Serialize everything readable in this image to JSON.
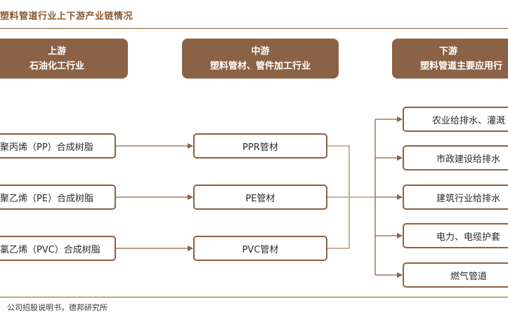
{
  "title": "塑料管道行业上下游产业链情况",
  "upstream": {
    "line1": "上游",
    "line2": "石油化工行业",
    "items": [
      "聚丙烯（PP）合成树脂",
      "聚乙烯（PE）合成树脂",
      "氯乙烯（PVC）合成树脂"
    ]
  },
  "midstream": {
    "line1": "中游",
    "line2": "塑料管材、管件加工行业",
    "items": [
      "PPR管材",
      "PE管材",
      "PVC管材"
    ]
  },
  "downstream": {
    "line1": "下游",
    "line2": "塑料管道主要应用行",
    "items": [
      "农业给排水、灌溉",
      "市政建设给排水",
      "建筑行业给排水",
      "电力、电缆护套",
      "燃气管道"
    ]
  },
  "source": "公司招股说明书，德邦研究所",
  "colors": {
    "accent": "#8b6245",
    "line": "#b08468"
  }
}
